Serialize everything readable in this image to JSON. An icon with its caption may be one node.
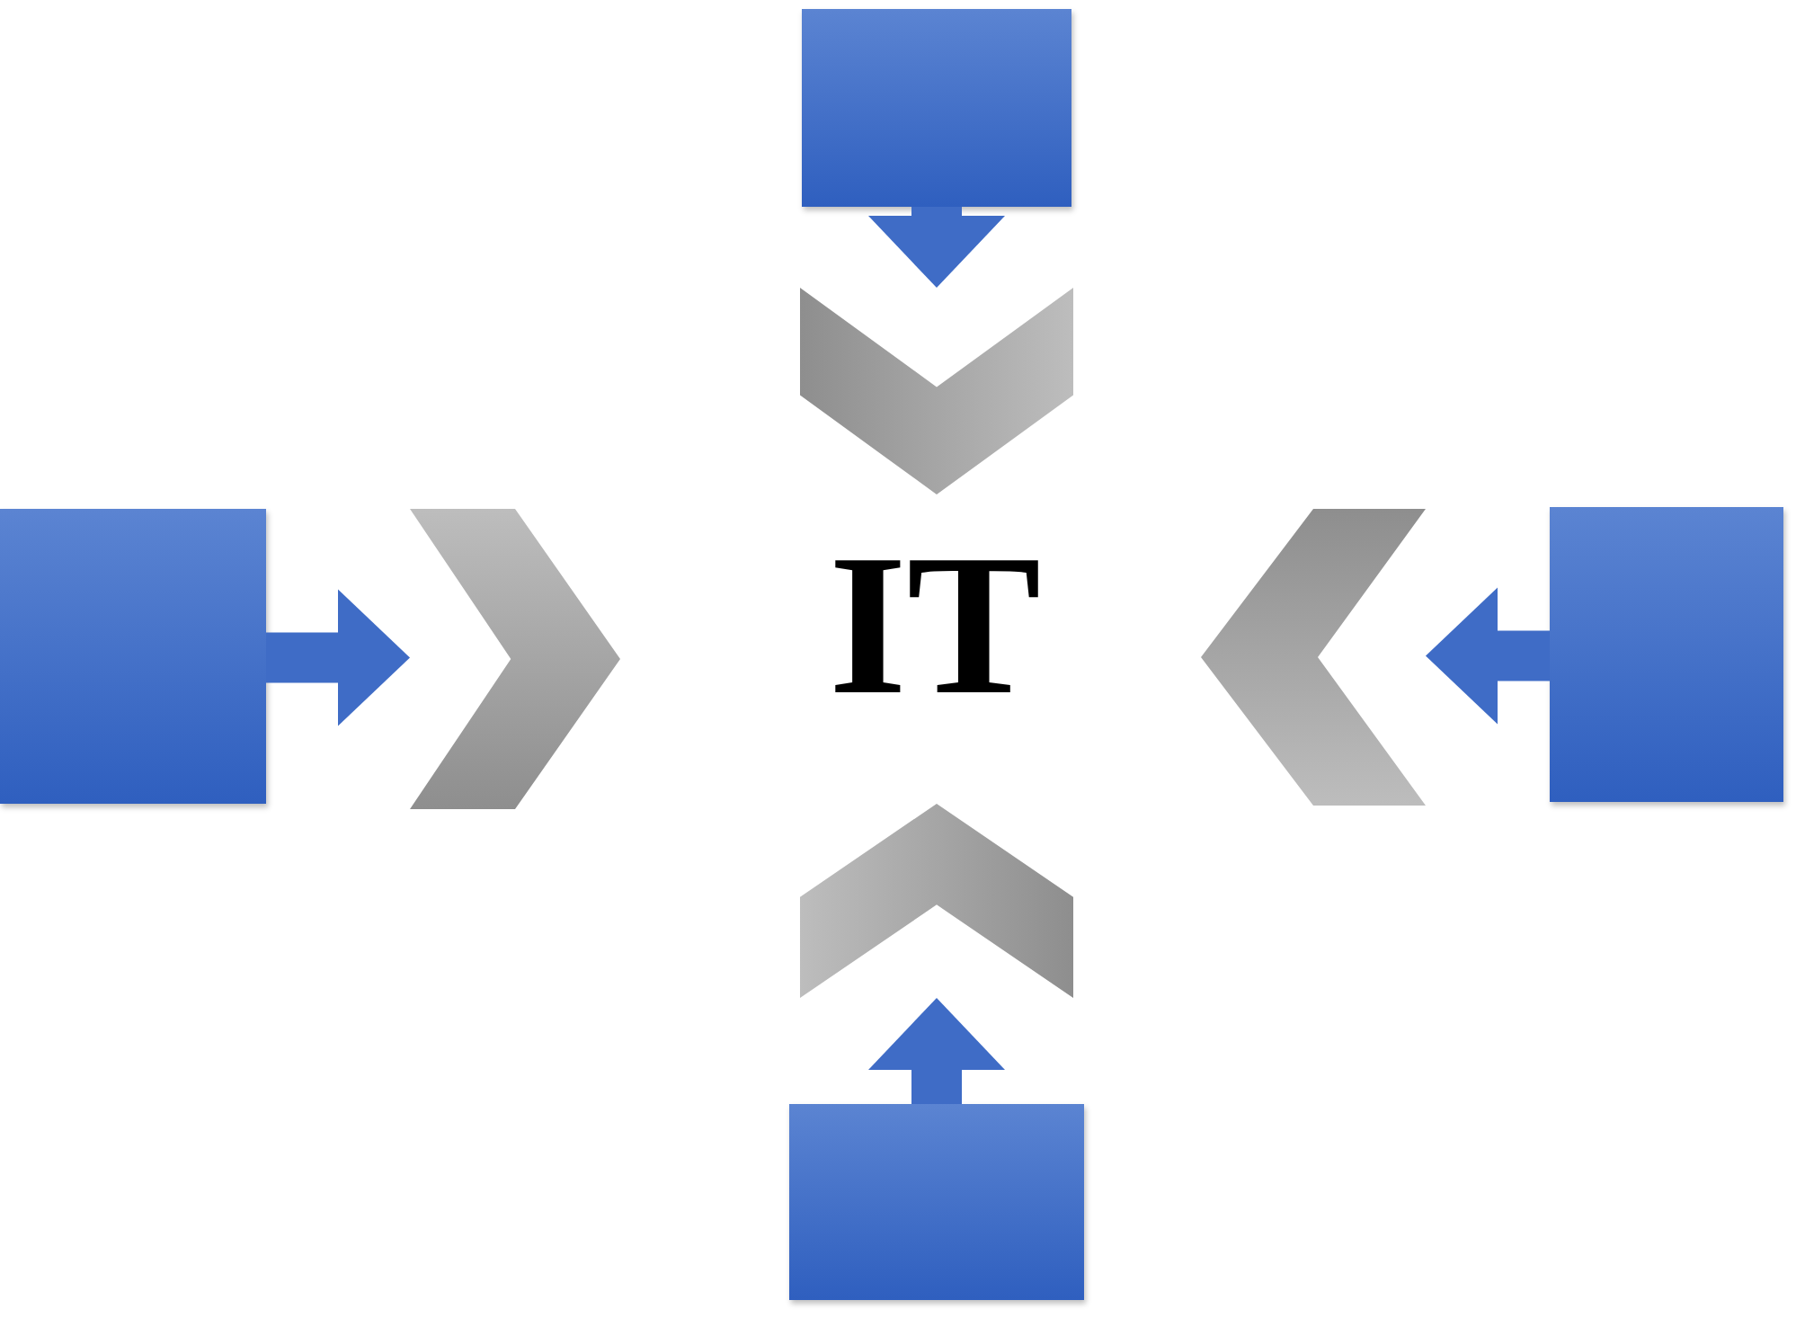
{
  "diagram": {
    "nodes": [
      {
        "text": [],
        "shape": "box"
      },
      {
        "text": [],
        "shape": "chevron"
      },
      {
        "text": [],
        "shape": "box"
      },
      {
        "text": [],
        "shape": "chevron"
      },
      {
        "text": [
          "IT"
        ]
      },
      {
        "text": [],
        "shape": "chevron"
      },
      {
        "text": [],
        "shape": "box"
      },
      {
        "text": [],
        "shape": "chevron"
      },
      {
        "text": [],
        "shape": "box"
      }
    ],
    "edges": [
      {
        "from": 0,
        "to": 1,
        "arrow": "to"
      },
      {
        "from": 2,
        "to": 3,
        "arrow": "to"
      },
      {
        "from": 6,
        "to": 5,
        "arrow": "to"
      },
      {
        "from": 8,
        "to": 7,
        "arrow": "to"
      }
    ]
  }
}
